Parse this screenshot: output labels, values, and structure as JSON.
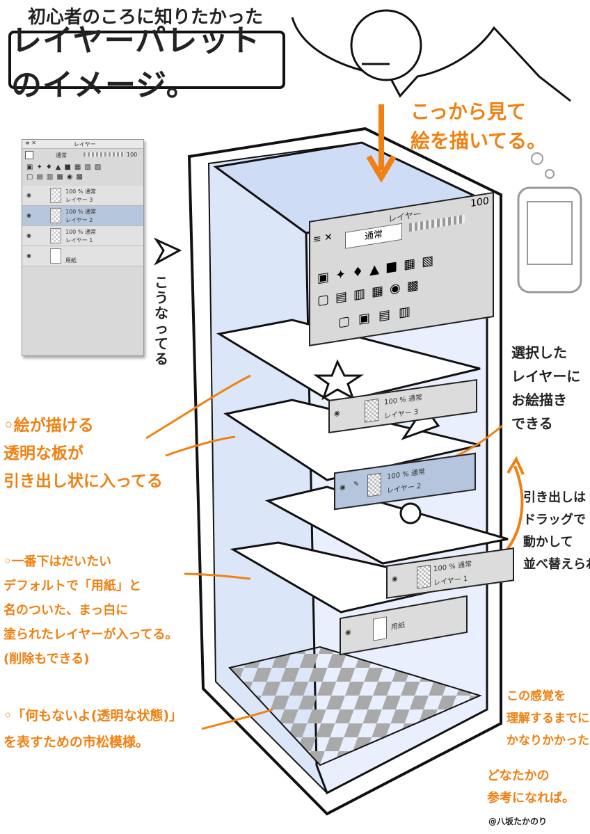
{
  "header": {
    "subtitle": "初心者のころに知りたかった",
    "title": "レイヤーパレットのイメージ。"
  },
  "mini_panel": {
    "title": "レイヤー",
    "blend": "通常",
    "opacity": "100",
    "layers": [
      {
        "line1": "100 % 通常",
        "line2": "レイヤー 3",
        "selected": false
      },
      {
        "line1": "100 % 通常",
        "line2": "レイヤー 2",
        "selected": true
      },
      {
        "line1": "100 % 通常",
        "line2": "レイヤー 1",
        "selected": false
      },
      {
        "line1": "",
        "line2": "用紙",
        "selected": false
      }
    ]
  },
  "big_panel": {
    "title": "レイヤー",
    "blend": "通常",
    "opacity": "100"
  },
  "drawers": [
    {
      "line1": "100 % 通常",
      "line2": "レイヤー 3"
    },
    {
      "line1": "100 % 通常",
      "line2": "レイヤー 2"
    },
    {
      "line1": "100 % 通常",
      "line2": "レイヤー 1"
    },
    {
      "line1": "",
      "line2": "用紙"
    }
  ],
  "annotations": {
    "viewer": "こっから見て\n絵を描いてる。",
    "becomes": "こうなってる",
    "selected": "選択した\nレイヤーに\nお絵描き\nできる",
    "drag": "引き出しは\nドラッグで\n動かして\n並べ替えられる",
    "plates": "◦絵が描ける\n透明な板が\n引き出し状に入ってる",
    "paper": "◦一番下はだいたい\nデフォルトで「用紙」と\n名のついた、まっ白に\n塗られたレイヤーが入ってる。\n(削除もできる)",
    "checker": "◦「何もないよ(透明な状態)」\nを表すための市松模様。",
    "feeling": "この感覚を\n理解するまでに\nかなりかかった…",
    "reference": "どなたかの\n参考になれば。",
    "credit": "@八坂たかのり"
  },
  "colors": {
    "accent": "#f08010",
    "glass": "#dbe6f9",
    "panel": "#d9d9d9",
    "selected_row": "#b4c5dd",
    "checker": "#a9a9a9"
  }
}
